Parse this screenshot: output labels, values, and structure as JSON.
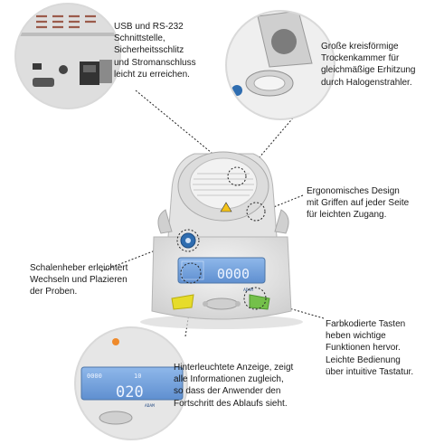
{
  "callouts": {
    "ports": "USB und RS-232\nSchnittstelle,\nSicherheitsschlitz\nund Stromanschluss\nleicht zu erreichen.",
    "chamber": "Große kreisförmige\nTrockenkammer für\ngleichmäßige Erhitzung\ndurch Halogenstrahler.",
    "ergonomic": "Ergonomisches Design\nmit Griffen auf jeder Seite\nfür leichten Zugang.",
    "lifter": "Schalenheber erleichtert\nWechseln und Plazieren\nder Proben.",
    "keys": "Farbkodierte Tasten\nheben wichtige\nFunktionen hervor.\nLeichte Bedienung\nüber intuitive Tastatur.",
    "display": "Hinterleuchtete Anzeige, zeigt\nalle Informationen zugleich,\nso dass der Anwender den\nFortschritt des Ablaufs sieht."
  },
  "device": {
    "main_readout": "0000",
    "main_brand": "ADAM",
    "zoom_readout": "020",
    "zoom_top_left": "0000",
    "zoom_top_right": "10",
    "zoom_brand": "ADAM"
  },
  "colors": {
    "body": "#e8e8e8",
    "lcd": "#6f9ed8",
    "key_yellow": "#e6dc2a",
    "key_green": "#74c04a",
    "lifter": "#2f6db0"
  }
}
